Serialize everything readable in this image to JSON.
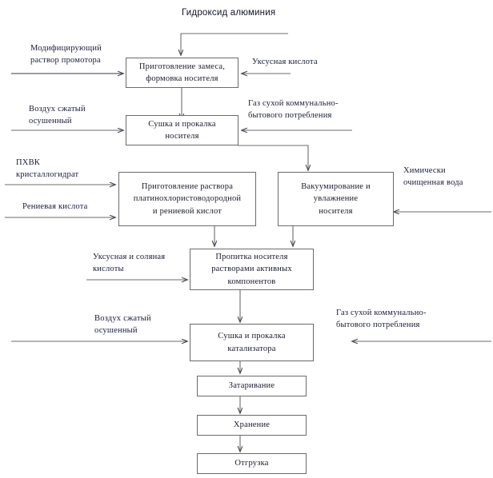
{
  "diagram": {
    "title": "Гидроксид алюминия",
    "line_color": "#6b6b6b",
    "text_color": "#1a1a3a",
    "background": "#ffffff"
  },
  "nodes": [
    {
      "id": "mix",
      "lines": [
        "Приготовление замеса,",
        "формовка носителя"
      ]
    },
    {
      "id": "dry1",
      "lines": [
        "Сушка и прокалка",
        "носителя"
      ]
    },
    {
      "id": "solution",
      "lines": [
        "Приготовление раствора",
        "платинохлористоводородной",
        "и рениевой кислот"
      ]
    },
    {
      "id": "vacuum",
      "lines": [
        "Вакуумирование и",
        "увлажнение",
        "носителя"
      ]
    },
    {
      "id": "impregnate",
      "lines": [
        "Пропитка носителя",
        "растворами активных",
        "компонентов"
      ]
    },
    {
      "id": "dry2",
      "lines": [
        "Сушка и прокалка",
        "катализатора"
      ]
    },
    {
      "id": "pack",
      "lines": [
        "Затаривание"
      ]
    },
    {
      "id": "store",
      "lines": [
        "Хранение"
      ]
    },
    {
      "id": "ship",
      "lines": [
        "Отгрузка"
      ]
    }
  ],
  "io_labels": [
    {
      "id": "modifier",
      "side": "left",
      "lines": [
        "Модифицирующий",
        "раствор промотора"
      ]
    },
    {
      "id": "acetic1",
      "side": "right",
      "lines": [
        "Уксусная кислота"
      ]
    },
    {
      "id": "air1",
      "side": "left",
      "lines": [
        "Воздух сжатый",
        "осушенный"
      ]
    },
    {
      "id": "gas1",
      "side": "right",
      "lines": [
        "Газ сухой коммунально-",
        "бытового потребления"
      ]
    },
    {
      "id": "phvk",
      "side": "left",
      "lines": [
        "ПХВК",
        "кристаллогидрат"
      ]
    },
    {
      "id": "rhenic",
      "side": "left",
      "lines": [
        "Рениевая кислота"
      ]
    },
    {
      "id": "water",
      "side": "right",
      "lines": [
        "Химически",
        "очищенная вода"
      ]
    },
    {
      "id": "acids",
      "side": "left",
      "lines": [
        "Уксусная и соляная",
        "кислоты"
      ]
    },
    {
      "id": "air2",
      "side": "left",
      "lines": [
        "Воздух сжатый",
        "осушенный"
      ]
    },
    {
      "id": "gas2",
      "side": "right",
      "lines": [
        "Газ сухой коммунально-",
        "бытового потребления"
      ]
    }
  ]
}
